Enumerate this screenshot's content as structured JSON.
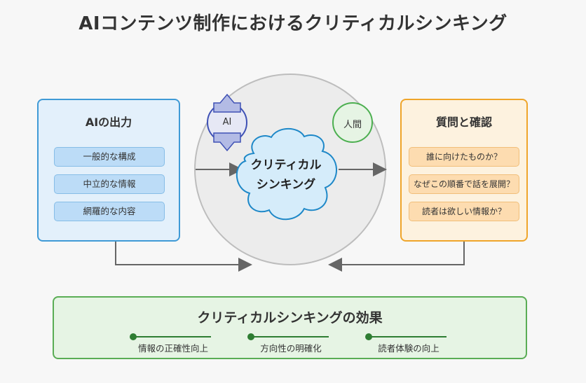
{
  "title": "AIコンテンツ制作におけるクリティカルシンキング",
  "ai_output": {
    "heading": "AIの出力",
    "items": [
      "一般的な構成",
      "中立的な情報",
      "網羅的な内容"
    ]
  },
  "center": {
    "ai_label": "AI",
    "human_label": "人間",
    "cloud_line1": "クリティカル",
    "cloud_line2": "シンキング"
  },
  "questions": {
    "heading": "質問と確認",
    "items": [
      "誰に向けたものか？",
      "なぜこの順番で話を展開？",
      "読者は欲しい情報か？"
    ]
  },
  "effects": {
    "heading": "クリティカルシンキングの効果",
    "items": [
      "情報の正確性向上",
      "方向性の明確化",
      "読者体験の向上"
    ]
  },
  "colors": {
    "blue_border": "#3f9ad6",
    "orange_border": "#efa52a",
    "green_border": "#5aad55",
    "ai_node": "#3f51b5",
    "human_node": "#4caf50",
    "cloud": "#1e88c8"
  }
}
